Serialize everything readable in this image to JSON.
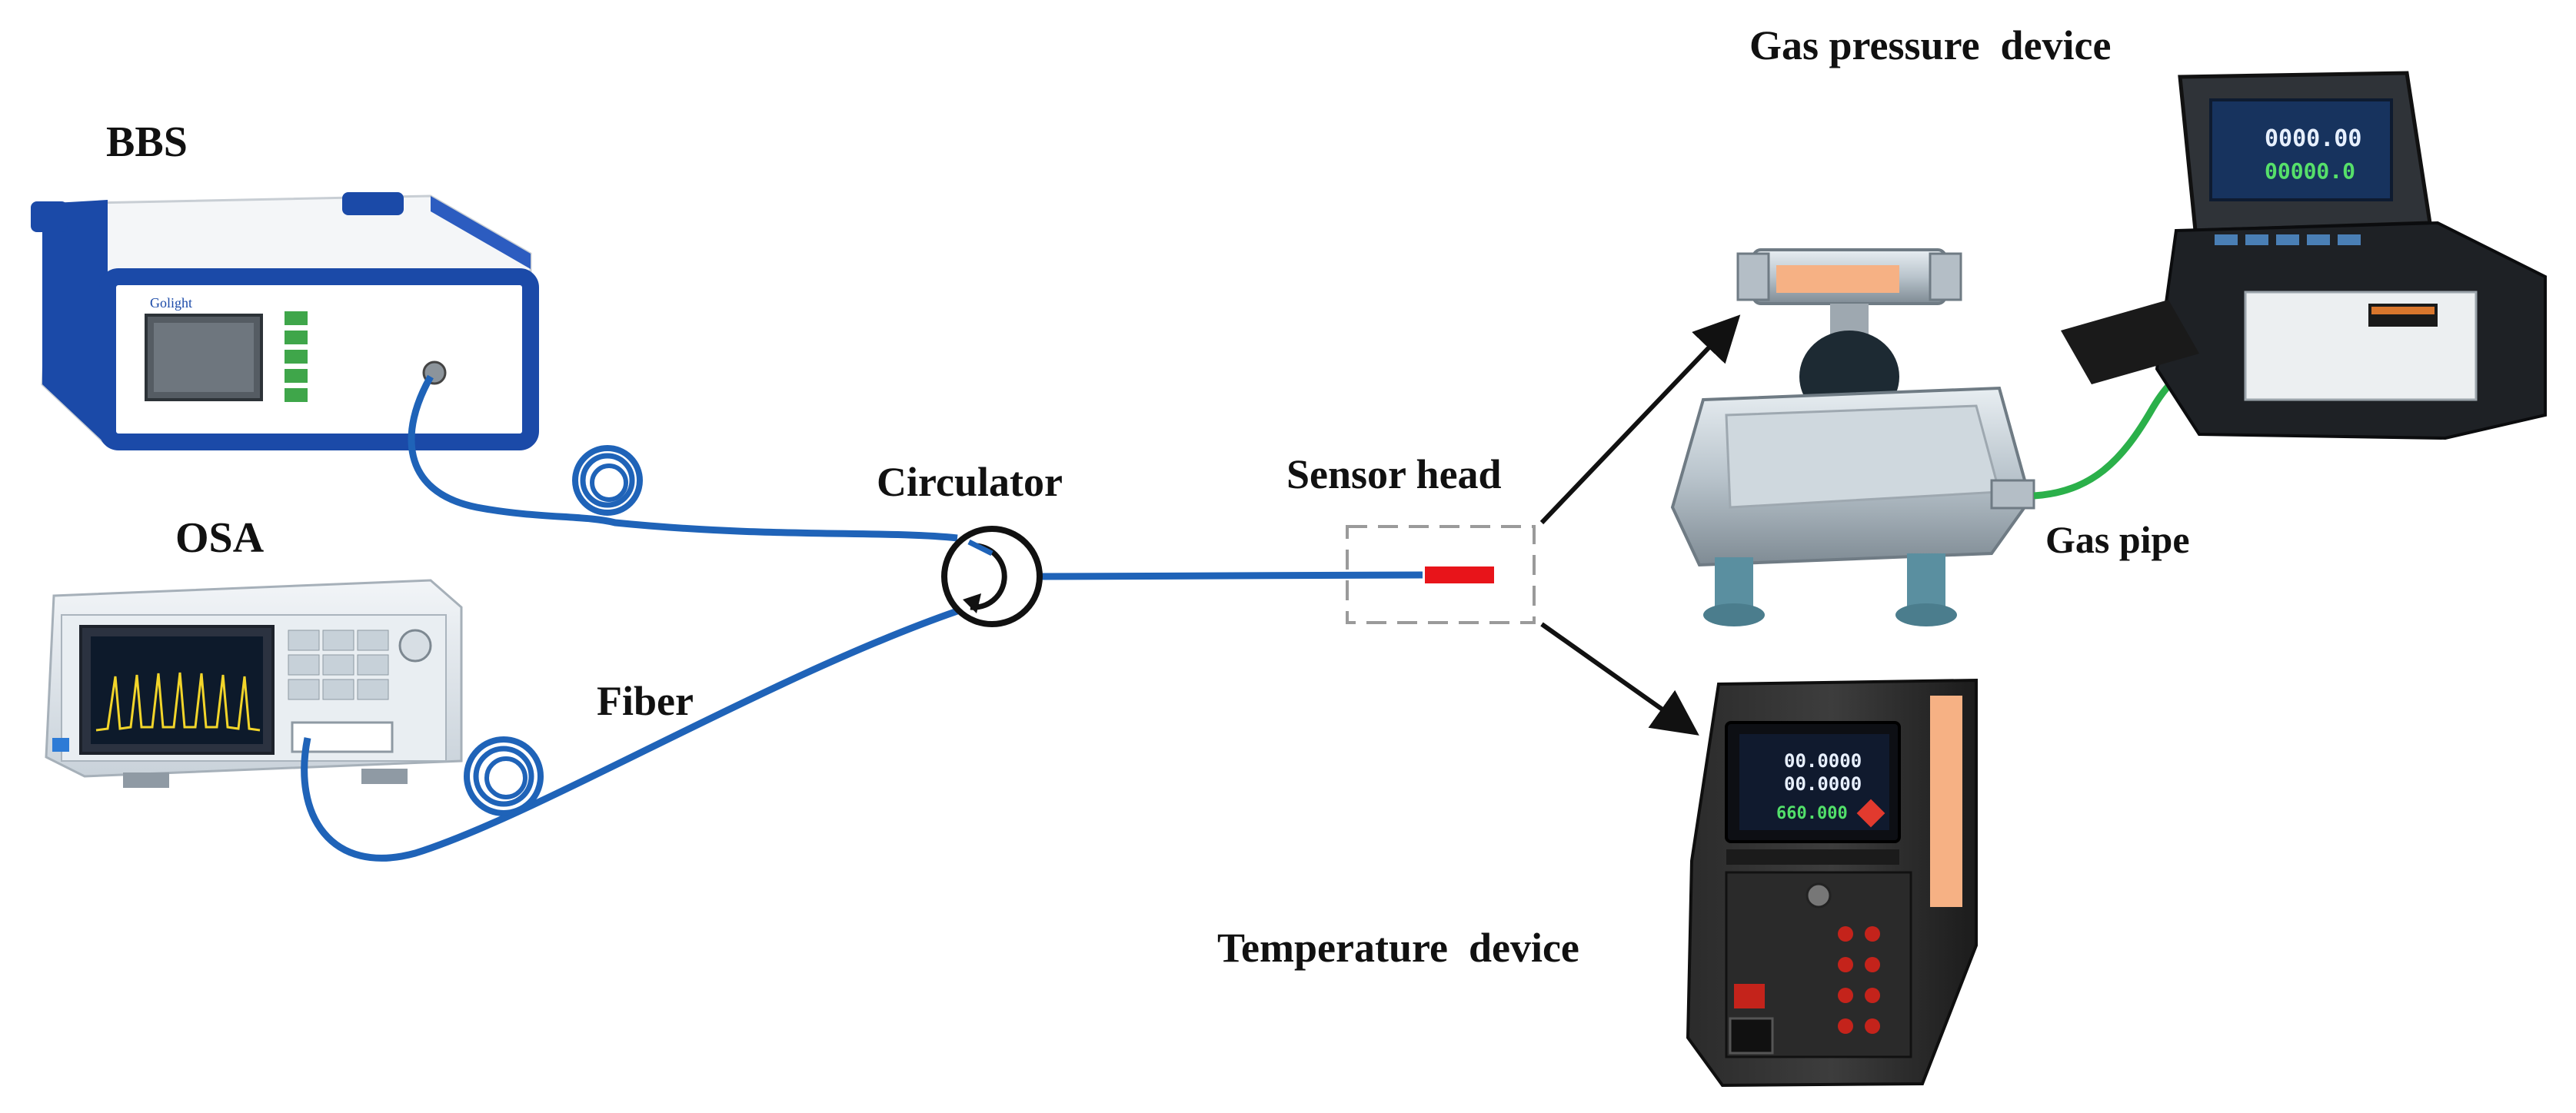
{
  "labels": {
    "bbs": "BBS",
    "osa": "OSA",
    "circulator": "Circulator",
    "fiber": "Fiber",
    "sensor_head": "Sensor head",
    "gas_pressure_device": "Gas pressure  device",
    "gas_pipe": "Gas pipe",
    "temperature_device": "Temperature  device"
  },
  "devices": {
    "bbs": {
      "brand": "Golight"
    },
    "gas_pressure": {
      "reading_top": "0000.00",
      "reading_bottom": "00000.0"
    },
    "temperature": {
      "reading_1": "00.0000",
      "reading_2": "00.0000",
      "reading_3": "660.000"
    }
  },
  "colors": {
    "fiber": "#1f63b8",
    "sensor": "#e8141a",
    "gas_pipe": "#2bb04a",
    "arrow": "#111111",
    "instrument_blue": "#1b4aa8"
  },
  "icons": {
    "circulator": "circulator-icon",
    "arrow": "arrow-icon"
  }
}
